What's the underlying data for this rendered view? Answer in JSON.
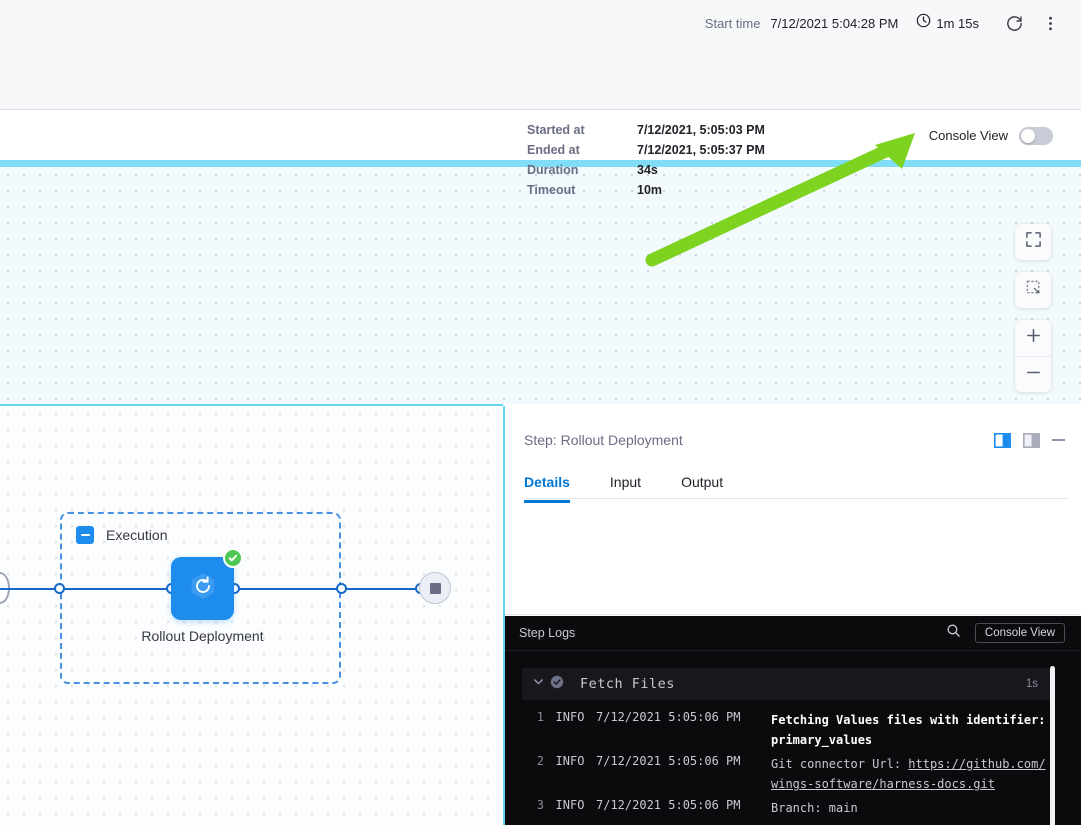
{
  "topbar": {
    "start_time_label": "Start time",
    "start_time_value": "7/12/2021 5:04:28 PM",
    "duration": "1m 15s",
    "clock_icon": "clock-icon",
    "rerun_icon": "rerun-icon",
    "more_icon": "more-vertical-icon"
  },
  "subbar": {
    "console_view_label": "Console View",
    "toggle_state": "off"
  },
  "canvas": {
    "controls": [
      {
        "name": "fit-to-screen-button",
        "icon": "expand-icon"
      },
      {
        "name": "selection-box-button",
        "icon": "crop-select-icon"
      },
      {
        "name": "zoom-in-button",
        "icon": "plus-icon"
      },
      {
        "name": "zoom-out-button",
        "icon": "minus-icon"
      }
    ],
    "annotation": {
      "type": "arrow",
      "color": "#7ed321",
      "points_to": "console-view-toggle"
    }
  },
  "pipeline": {
    "group_label": "Execution",
    "group_collapse_icon": "collapse-minus-icon",
    "step": {
      "label": "Rollout Deployment",
      "icon": "rollout-deployment-icon",
      "status": "success",
      "status_icon": "check-circle-icon",
      "color": "#1d8ced"
    },
    "end_node": {
      "name": "stop-node",
      "icon": "stop-square-icon"
    }
  },
  "detail_panel": {
    "title": "Step: Rollout Deployment",
    "actions": [
      {
        "name": "right-panel-layout-button",
        "icon": "panel-right-icon",
        "active": true
      },
      {
        "name": "bottom-panel-layout-button",
        "icon": "panel-bottom-icon",
        "active": false
      },
      {
        "name": "minimize-button",
        "icon": "minimize-icon",
        "active": false
      }
    ],
    "tabs": [
      {
        "label": "Details",
        "active": true
      },
      {
        "label": "Input",
        "active": false
      },
      {
        "label": "Output",
        "active": false
      }
    ],
    "fields": [
      {
        "label": "Started at",
        "value": "7/12/2021, 5:05:03 PM"
      },
      {
        "label": "Ended at",
        "value": "7/12/2021, 5:05:37 PM"
      },
      {
        "label": "Duration",
        "value": "34s"
      },
      {
        "label": "Timeout",
        "value": "10m"
      }
    ]
  },
  "logs": {
    "title": "Step Logs",
    "search_icon": "search-icon",
    "console_view_button": "Console View",
    "section": {
      "name": "Fetch Files",
      "duration": "1s",
      "status": "success",
      "expanded": true
    },
    "lines": [
      {
        "num": "1",
        "level": "INFO",
        "time": "7/12/2021 5:05:06 PM",
        "message": "Fetching Values files with identifier: primary_values",
        "bold": true
      },
      {
        "num": "2",
        "level": "INFO",
        "time": "7/12/2021 5:05:06 PM",
        "message": "Git connector Url: ",
        "link": "https://github.com/wings-software/harness-docs.git",
        "bold": false
      },
      {
        "num": "3",
        "level": "INFO",
        "time": "7/12/2021 5:05:06 PM",
        "message": "Branch: main",
        "bold": false
      }
    ]
  },
  "colors": {
    "accent_blue": "#0278d5",
    "node_blue": "#1d8ced",
    "success_green": "#4dc953",
    "cyan_band": "#7fddf7",
    "annotation_green": "#7ed321",
    "logs_bg": "#0b0b0d"
  }
}
